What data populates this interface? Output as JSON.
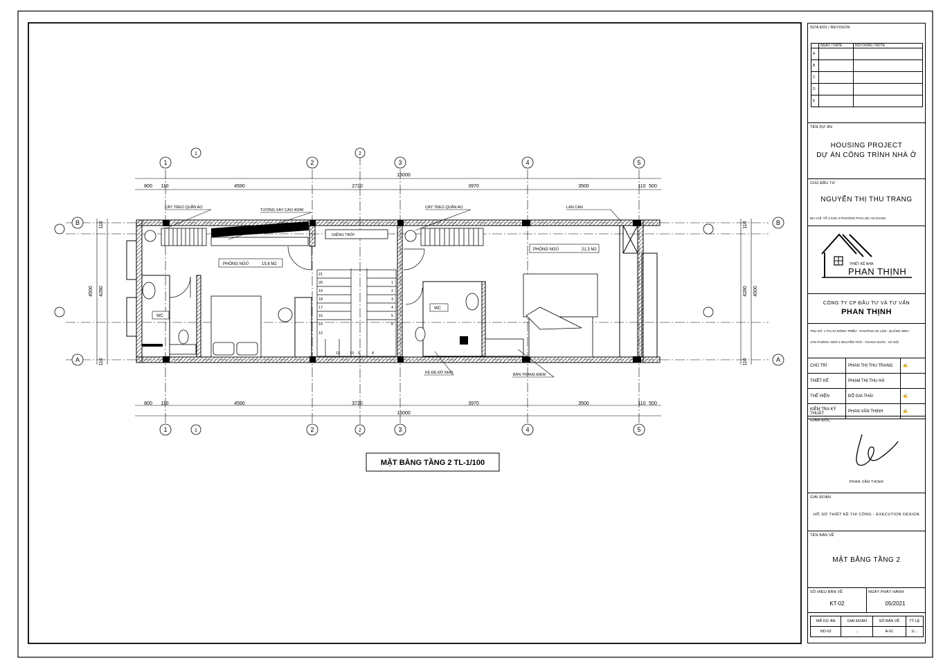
{
  "drawing": {
    "title": "MẶT BẰNG TẦNG 2 TL-1/100",
    "grid_cols": [
      "1",
      "2",
      "3",
      "4",
      "5"
    ],
    "grid_rows": [
      "A",
      "B"
    ],
    "section_marks": [
      "1",
      "2"
    ],
    "dims_top": [
      "800",
      "110",
      "4590",
      "2720",
      "3970",
      "3500",
      "110",
      "500"
    ],
    "dims_bottom": [
      "800",
      "110",
      "4590",
      "3720",
      "3970",
      "3500",
      "110",
      "500"
    ],
    "dim_total": "15000",
    "dims_vertical": [
      "110",
      "4280",
      "4500",
      "110"
    ],
    "rooms": {
      "bed1_name": "PHÒNG NGỦ",
      "bed1_area": "15.8 M2",
      "bed2_name": "PHÒNG NGỦ",
      "bed2_area": "21.3 M2",
      "wc1": "WC",
      "wc2": "WC"
    },
    "notes": {
      "hanger1": "CÂY TREO QUẦN AO",
      "hanger2": "CÂY TREO QUẦN AO",
      "wall": "TƯỜNG XÂY CAO 400M",
      "well": "GIẾNG TRỜI",
      "bench": "KỆ ĐỂ ĐỒ NHỎ",
      "vanity": "BÀN TRANG ĐIỂM",
      "railing": "LAN CAN"
    },
    "stairs": [
      "21",
      "20",
      "19",
      "18",
      "17",
      "16",
      "15",
      "12",
      "11",
      "10",
      "9",
      "8",
      "1",
      "2",
      "3",
      "4",
      "5",
      "6"
    ]
  },
  "title_block": {
    "revision_label": "SỬA ĐỔI / REVISION",
    "revision_head": [
      "NGÀY / DATE",
      "NỘI DUNG / NOTE"
    ],
    "revision_rows": [
      "A",
      "B",
      "C",
      "D",
      "E"
    ],
    "project_label": "TÊN DỰ ÁN",
    "project_en": "HOUSING PROJECT",
    "project_vi": "DỰ ÁN CÔNG TRÌNH NHÀ Ở",
    "owner_label": "CHỦ ĐẦU TƯ",
    "owner_name": "NGUYỄN THỊ THU TRANG",
    "owner_addr": "ĐỊA CHỈ: TỔ 2 KHU 3 PHƯỜNG PHÚ LỘC AN GIANG",
    "logo_small": "THIẾT KẾ NHÀ",
    "logo_name": "PHAN THỊNH",
    "company_line": "CÔNG TY CP ĐẦU TƯ VÀ TƯ VẤN",
    "company_name": "PHAN THỊNH",
    "company_addr1": "TRỤ SỞ: 1 THỊ XÃ ĐÔNG TRIỀU - PHƯỜNG AN LÂM - QUẢNG NINH",
    "company_addr2": "VĂN PHÒNG: NGÕ 2 NGUYỄN TRÃI - THANH XUÂN - HÀ NỘI",
    "staff": [
      {
        "role": "CHỦ TRÌ",
        "name": "PHAN THỊ THU TRANG"
      },
      {
        "role": "THIẾT KẾ",
        "name": "PHẠM THỊ THU HÀ"
      },
      {
        "role": "THỂ HIỆN",
        "name": "ĐỖ GIA THÁI"
      },
      {
        "role": "KIỂM TRA KỸ THUẬT",
        "name": "PHAN VĂN THỊNH"
      }
    ],
    "director_label": "GIÁM ĐỐC",
    "director_name": "PHAN VĂN THỊNH",
    "phase_label": "GIAI ĐOẠN",
    "phase_value": "HỒ SƠ THIẾT KẾ THI CÔNG - EXECUTION DESIGN",
    "sheet_label": "TÊN BẢN VẼ",
    "sheet_name": "MẶT BẰNG TẦNG 2",
    "number_label": "SỐ HIỆU BẢN VẼ",
    "date_label": "NGÀY PHÁT HÀNH",
    "number_value": "KT-02",
    "date_value": "05/2021",
    "footer_heads": [
      "MÃ DỰ ÁN",
      "GIAI ĐOẠN",
      "SỐ BẢN VẼ",
      "TỶ LỆ"
    ],
    "footer_values": [
      "ND-02",
      "...",
      "A-01",
      "1/..."
    ]
  }
}
